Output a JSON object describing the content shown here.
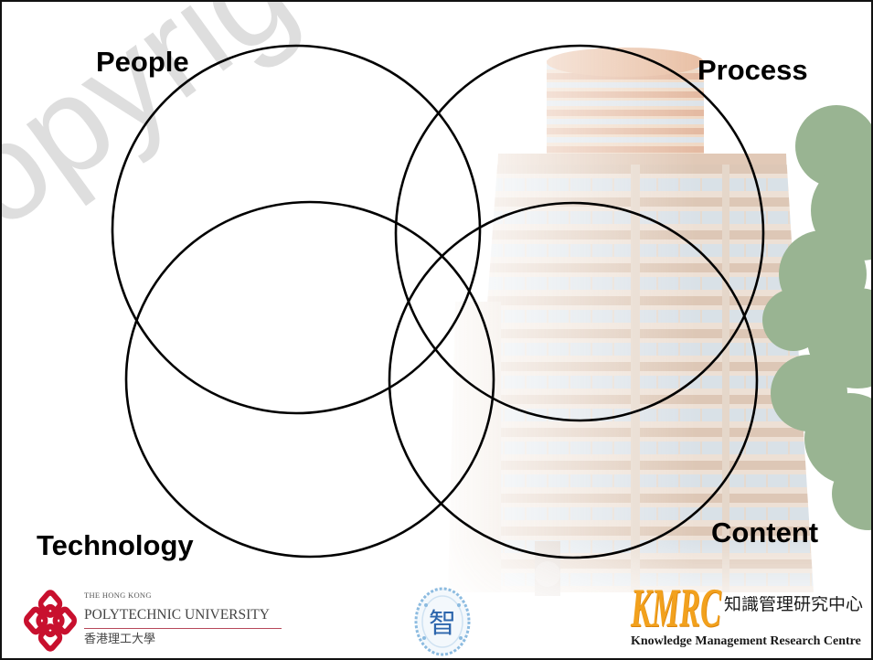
{
  "watermark": {
    "text": "opyrig"
  },
  "diagram": {
    "sets": [
      {
        "label": "People"
      },
      {
        "label": "Process"
      },
      {
        "label": "Technology"
      },
      {
        "label": "Content"
      }
    ]
  },
  "footer": {
    "polyu": {
      "line1": "THE HONG KONG",
      "line2": "POLYTECHNIC UNIVERSITY",
      "chinese": "香港理工大學"
    },
    "emblem": {
      "character": "智"
    },
    "kmrc": {
      "acronym": "KMRC",
      "chinese": "知識管理研究中心",
      "english": "Knowledge Management Research Centre"
    }
  },
  "colors": {
    "circle_stroke": "#000000",
    "label": "#000000",
    "watermark": "#dedede",
    "polyu_red": "#c8102e",
    "emblem_blue": "#2d66ad",
    "kmrc_orange": "#f2a11d"
  }
}
